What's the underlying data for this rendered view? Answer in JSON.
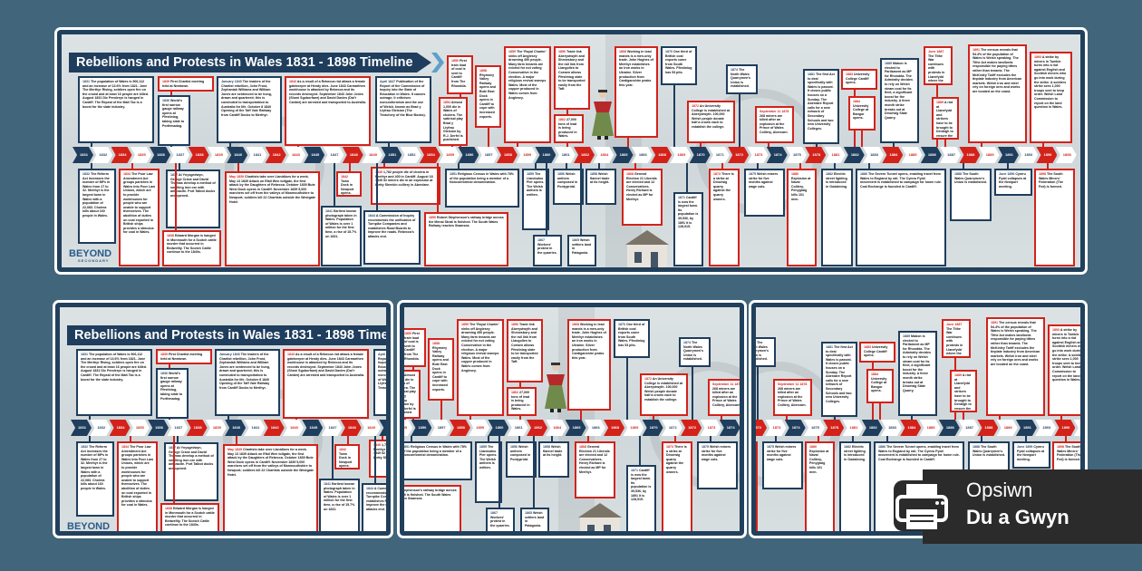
{
  "poster": {
    "title": "Rebellions and Protests in Wales 1831 - 1898 Timeline",
    "logo": "BEYOND",
    "logo_sub": "SECONDARY",
    "years": [
      "1831",
      "1832",
      "1834",
      "1835",
      "1836",
      "1837",
      "1838",
      "1839",
      "1840",
      "1841",
      "1842",
      "1843",
      "1845",
      "1847",
      "1848",
      "1849",
      "1851",
      "1852",
      "1854",
      "1855",
      "1856",
      "1857",
      "1858",
      "1859",
      "1860",
      "1861",
      "1862",
      "1864",
      "1865",
      "1866",
      "1868",
      "1869",
      "1870",
      "1871",
      "1872",
      "1873",
      "1874",
      "1875",
      "1878",
      "1881",
      "1882",
      "1883",
      "1884",
      "1885",
      "1886",
      "1887",
      "1888",
      "1889",
      "1891",
      "1893",
      "1896",
      "1898"
    ],
    "events": [
      {
        "date": "1831",
        "text": "The population of Wales is 906,112 and an increase of 13.6% from 1821. June The Merthyr Rising, soldiers open fire on the crowd and at least 16 people are killed. August 1831 Dic Penderyn is hanged in Cardiff. The Repeal of the Malt Tax is a boost for the slate industry.",
        "color": "navy"
      },
      {
        "date": "1839",
        "text": "First Chartist meeting held at Newtown.",
        "color": "red"
      },
      {
        "date": "1836",
        "text": "World's first narrow gauge railway opens at Ffestiniog, taking slate to Porthmadog.",
        "color": "navy"
      },
      {
        "date": "January 1840",
        "text": "The leaders of the Chartist rebellion, John Frost, Zephaniah Williams and William Jones are sentenced to be hung, drawn and quartered; this is commuted to transportation to Australia for life. October 8 1840 Opening of the Taff Vale Railway from Cardiff Docks to Merthyr.",
        "color": "navy"
      },
      {
        "date": "1843",
        "text": "As a result of a Rebecca riot attack a female gatekeeper at Hendy dies. June 1843 Carmarthen workhouse is attacked by Rebecca and its records destroyed. September 1843 John Jones (Shoni Sguborfawr) and David Davies (Dai'r Cantwr) are arrested and transported to Australia.",
        "color": "red"
      },
      {
        "date": "April 1847",
        "text": "Publication of the Report of the Commission of Inquiry into the State of Education in Wales. It causes outrage; it criticises nonconformism and the use of Welsh, known as Brad y Llyfrau Gleision (The Treachery of the Blue Books).",
        "color": "navy"
      },
      {
        "date": "1850",
        "text": "First train load of coal is sent to Cardiff from The Rhondda.",
        "color": "red"
      },
      {
        "date": "1854",
        "text": "Almost 1,000 die in Wales of cholera. The satirical play Brad y Llyfrau Gleision by R.J. Derfel is published.",
        "color": "red"
      },
      {
        "date": "1858",
        "text": "Rhymney Valley Railway opens and Bute East Dock opens in Cardiff to cope with increased exports.",
        "color": "red"
      },
      {
        "date": "1859",
        "text": "The 'Royal Charter' sinks off Anglesey drowning 450 people. Many farm tenants are evicted for not voting Conservative in the election. A major religious revival sweeps Wales. Most of the copper produced in Wales comes from Anglesey.",
        "color": "red"
      },
      {
        "date": "1856",
        "text": "Trade link Aberystwyth and Shrewsbury and the rail link from Llangollen to Corwen allows Ffestiniog slate to be transported easily from the Taff.",
        "color": "red"
      },
      {
        "date": "1862",
        "text": "27,000 tons of lead is being produced in Wales.",
        "color": "red"
      },
      {
        "date": "1868",
        "text": "Working in lead mands is a men-only trade. John Hughes of Merthyr establishes an iron works in Ukraine. Silver production from Cardiganshire peaks this year.",
        "color": "red"
      },
      {
        "date": "1870",
        "text": "One third of British coal exports come from South Wales. Ffestiniog has 53 pits.",
        "color": "navy"
      },
      {
        "date": "1874",
        "text": "The North Wales Quarrymen's Union is established.",
        "color": "navy"
      },
      {
        "date": "1872",
        "text": "An University College is established at Aberystwyth. 100,000 Welsh people donate half a crown each to establish the college.",
        "color": "red"
      },
      {
        "date": "September 11 1878",
        "text": "268 miners are killed after an explosion at the Prince of Wales Colliery, Abercarn.",
        "color": "red"
      },
      {
        "date": "1881",
        "text": "The first Act to deal specifically with Wales is passed. It closes public houses on a Sunday. The Aberdare Report calls for a new network of Secondary Schools and two new University Colleges.",
        "color": "navy"
      },
      {
        "date": "1883",
        "text": "University College Cardiff opens.",
        "color": "red"
      },
      {
        "date": "1884",
        "text": "University College at Bangor opens.",
        "color": "red"
      },
      {
        "date": "1885",
        "text": "Mabon is elected to Parliament as MP for Rhondda. The Admiralty decides to rely on Welsh steam coal for its fleet, a significant boost for the industry. A three month strike breaks out at Dinorwig Slate Quarry.",
        "color": "navy"
      },
      {
        "date": "June 1887",
        "text": "The Tithe War continues with protests in Llanefydd where the Riot Act is read.",
        "color": "red"
      },
      {
        "date": "1889",
        "text": "A riot at Llanefydd and strikers have to be brought to Denbigh to ensure the safe of farms.",
        "color": "red"
      },
      {
        "date": "1891",
        "text": "The census reveals that 54.4% of the population of Wales is Welsh speaking. The Tithe Act makes landlords responsible for paying tithes rather than tenants. The McKinley Tariff excludes the tinplate industry from American markets. Welsh iron and steel rely on foreign ores and works are located on the coast.",
        "color": "red"
      },
      {
        "date": "1893",
        "text": "A strike by miners in Tumble turns into a riot against English and Scottish miners who go into work during the strike. A soldiers strike sees 1,000 troops sent to keep order. Welsh Land Commission to report on the land question in Wales.",
        "color": "red"
      },
      {
        "date": "1832",
        "text": "The Reform Act increases the number of MPs in Wales from 27 to 32. Merthyr is the largest town in Wales with a population of 22,083. Cholera kills about 160 people in Wales.",
        "color": "navy"
      },
      {
        "date": "1834",
        "text": "The Poor Law Amendment Act groups parishes in Wales into Poor Law Unions, which are to provide workhouses for people who are unable to support themselves. The abolition of duties on coal exported in British ships provides a stimulus for coal in Wales.",
        "color": "red"
      },
      {
        "date": "1837",
        "text": "At Ynysgedwyn, George Crane and David Thomas develop a method of smelting iron ore with anthracite. Port Talbot docks are opened.",
        "color": "navy"
      },
      {
        "date": "1838",
        "text": "Edward Morgan is hanged in Monmouth for a Scotch cattle murder that occurred in Bedwellty. The Scotch Cattle continue to the 1840s.",
        "color": "red"
      },
      {
        "date": "May 1839",
        "text": "Chartists take over Llanidloes for a week. May 13 1839 Attack on Efail Wen tollgate, the first attack by the Daughters of Rebecca. October 1839 Bute West Dock opens in Cardiff. November 1839 5,000 marchers set off from the valleys of Monmouthshire to Newport; soldiers kill 22 Chartists outside the Westgate Hotel.",
        "color": "red"
      },
      {
        "date": "1842",
        "text": "Town Dock in Newport opens.",
        "color": "red"
      },
      {
        "date": "1841",
        "text": "Earliest known photograph taken in Wales. Population of Wales is over 1 million for the first time, a rise of 15.7% on 1831.",
        "color": "navy"
      },
      {
        "date": "1849",
        "text": "1,782 people die of cholera in Merthyr and 400 in Cardiff. August 18 1849 52 miners die in an explosion at Lletty Shenkin colliery in Aberdare.",
        "color": "red"
      },
      {
        "date": "1844",
        "text": "A Commission of Inquiry recommends the unification of Turnpike Companies and establishes Road Boards to improve the roads. Rebecca's attacks end.",
        "color": "navy"
      },
      {
        "date": "1850",
        "text": "Robert Stephenson's railway bridge across the Menai Strait is finished. The South Wales Railway reaches Swansea.",
        "color": "red"
      },
      {
        "date": "1851",
        "text": "Religious Census in Wales with 78% of the population being a member of a Nonconformist denomination.",
        "color": "navy"
      },
      {
        "date": "1855",
        "text": "The Llandudno Pier opens. The Welsh anthem is written.",
        "color": "navy"
      },
      {
        "date": "1856",
        "text": "Welsh anthem composed in Pontypridd.",
        "color": "navy"
      },
      {
        "date": "1858",
        "text": "Welsh flannel trade at its height.",
        "color": "navy"
      },
      {
        "date": "1865",
        "text": "Welsh settlers land in Patagonia.",
        "color": "navy"
      },
      {
        "date": "1867",
        "text": "Workers' protest in the quarries.",
        "color": "navy"
      },
      {
        "date": "1868",
        "text": "General Election 21 Liberals are elected and 12 Conservatives. Henry Richard is elected as MP for Merthyr.",
        "color": "red"
      },
      {
        "date": "1871",
        "text": "Cardiff is now the largest town. Its population is 39,536, by 1891 it is 128,915.",
        "color": "navy"
      },
      {
        "date": "1873",
        "text": "There is a strike at Dinorwig quarry against the quarry owners.",
        "color": "red"
      },
      {
        "date": "1875",
        "text": "Welsh miners strike for five months against wage cuts.",
        "color": "navy"
      },
      {
        "date": "1880",
        "text": "Explosion at Naval Colliery, Penygraig kills 101 men.",
        "color": "red"
      },
      {
        "date": "1882",
        "text": "Electric street lighting is introduced in Godalming.",
        "color": "navy"
      },
      {
        "date": "1886",
        "text": "The Severn Tunnel opens, enabling travel from Wales to England by rail. The Cymru Fydd movement is established to campaign for home rule. Coal Exchange is founded in Cardiff.",
        "color": "navy"
      },
      {
        "date": "1888",
        "text": "The South Wales Quarrymen's Union is established.",
        "color": "navy"
      },
      {
        "date": "June 1896",
        "text": "Cymru Fydd collapses at the Newport meeting.",
        "color": "navy"
      },
      {
        "date": "1898",
        "text": "The South Wales Miners' Federation (The Fed) is formed.",
        "color": "red"
      }
    ]
  },
  "badge": {
    "line1": "Opsiwn",
    "line2": "Du a Gwyn",
    "icon": "printer-icon"
  },
  "colors": {
    "navy": "#1f3d5c",
    "red": "#d3221a",
    "background": "#41657a"
  }
}
